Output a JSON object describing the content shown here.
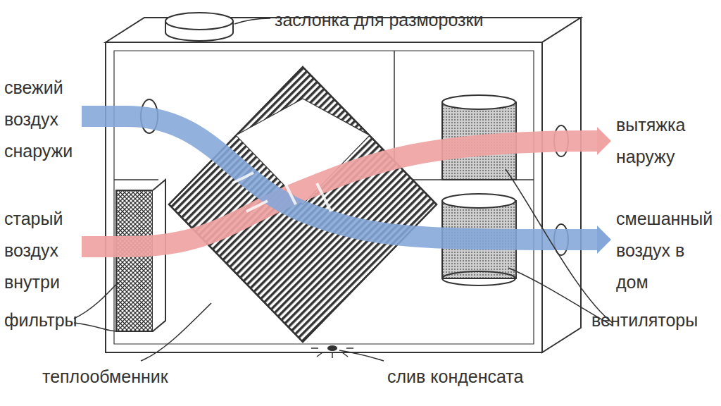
{
  "diagram": {
    "labels": [
      "заслонка для разморозки",
      "свежий воздух снаружи",
      "старый воздух внутри",
      "вытяжка наружу",
      "смешанный воздух в дом",
      "фильтры",
      "теплообменник",
      "слив конденсата",
      "вентиляторы"
    ]
  }
}
